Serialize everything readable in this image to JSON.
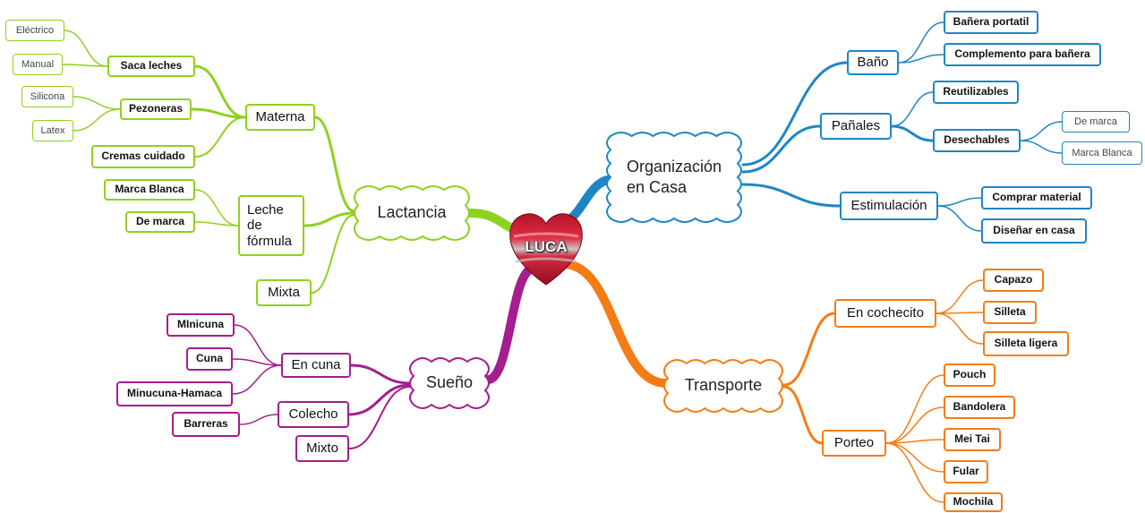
{
  "center": {
    "label": "LUCA"
  },
  "colors": {
    "lactancia": "#8fd11f",
    "organizacion": "#1f86c4",
    "sueno": "#a51d8f",
    "transporte": "#f57c14",
    "heart": "#d6203a"
  },
  "branches": {
    "lactancia": {
      "label": "Lactancia",
      "materna": {
        "label": "Materna",
        "saca_leches": {
          "label": "Saca leches",
          "electrico": "Eléctrico",
          "manual": "Manual"
        },
        "pezoneras": {
          "label": "Pezoneras",
          "silicona": "Silicona",
          "latex": "Latex"
        },
        "cremas": "Cremas cuidado"
      },
      "formula": {
        "label": "Leche\nde\nfórmula",
        "marca_blanca": "Marca Blanca",
        "de_marca": "De marca"
      },
      "mixta": "Mixta"
    },
    "organizacion": {
      "label": "Organización\nen Casa",
      "bano": {
        "label": "Baño",
        "banera": "Bañera portatil",
        "complemento": "Complemento para bañera"
      },
      "panales": {
        "label": "Pañales",
        "reutilizables": "Reutilizables",
        "desechables": {
          "label": "Desechables",
          "de_marca": "De marca",
          "marca_blanca": "Marca Blanca"
        }
      },
      "estimulacion": {
        "label": "Estimulación",
        "comprar": "Comprar material",
        "disenar": "Diseñar en casa"
      }
    },
    "sueno": {
      "label": "Sueño",
      "en_cuna": {
        "label": "En cuna",
        "minicuna": "MInicuna",
        "cuna": "Cuna",
        "hamaca": "Minucuna-Hamaca"
      },
      "colecho": {
        "label": "Colecho",
        "barreras": "Barreras"
      },
      "mixto": "Mixto"
    },
    "transporte": {
      "label": "Transporte",
      "cochecito": {
        "label": "En cochecito",
        "capazo": "Capazo",
        "silleta": "Silleta",
        "silleta_ligera": "Silleta ligera"
      },
      "porteo": {
        "label": "Porteo",
        "pouch": "Pouch",
        "bandolera": "Bandolera",
        "mei_tai": "Mei Tai",
        "fular": "Fular",
        "mochila": "Mochila"
      }
    }
  }
}
